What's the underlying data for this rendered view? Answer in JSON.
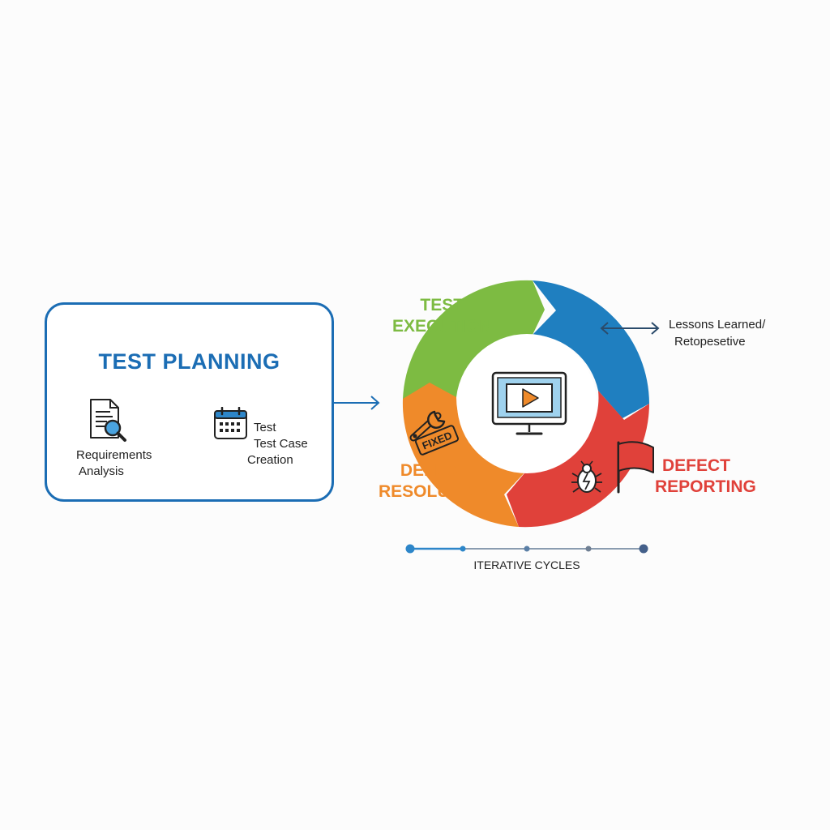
{
  "planning": {
    "title": "TEST PLANNING",
    "items": [
      {
        "label_line1": "Requirements",
        "label_line2": "Analysis",
        "icon": "document-magnifier-icon"
      },
      {
        "label_line1": "Test",
        "label_line2": "Test Case",
        "label_line3": "Creation",
        "icon": "calendar-icon"
      }
    ]
  },
  "cycle": {
    "stages": [
      {
        "line1": "TEST",
        "line2": "EXECUTION",
        "color": "#7dbb42"
      },
      {
        "line1": "DEFECT",
        "line2": "RESOLUTION",
        "color": "#ef8a2a"
      },
      {
        "line1": "DEFECT",
        "line2": "REPORTING",
        "color": "#e0413a"
      }
    ],
    "blue_segment_color": "#1f7fc0",
    "center_icon": "monitor-play-icon",
    "wrench_badge": "FIXED"
  },
  "lessons": {
    "line1": "Lessons Learned/",
    "line2": "Retopesetive"
  },
  "iterative": {
    "label": "ITERATIVE CYCLES"
  }
}
